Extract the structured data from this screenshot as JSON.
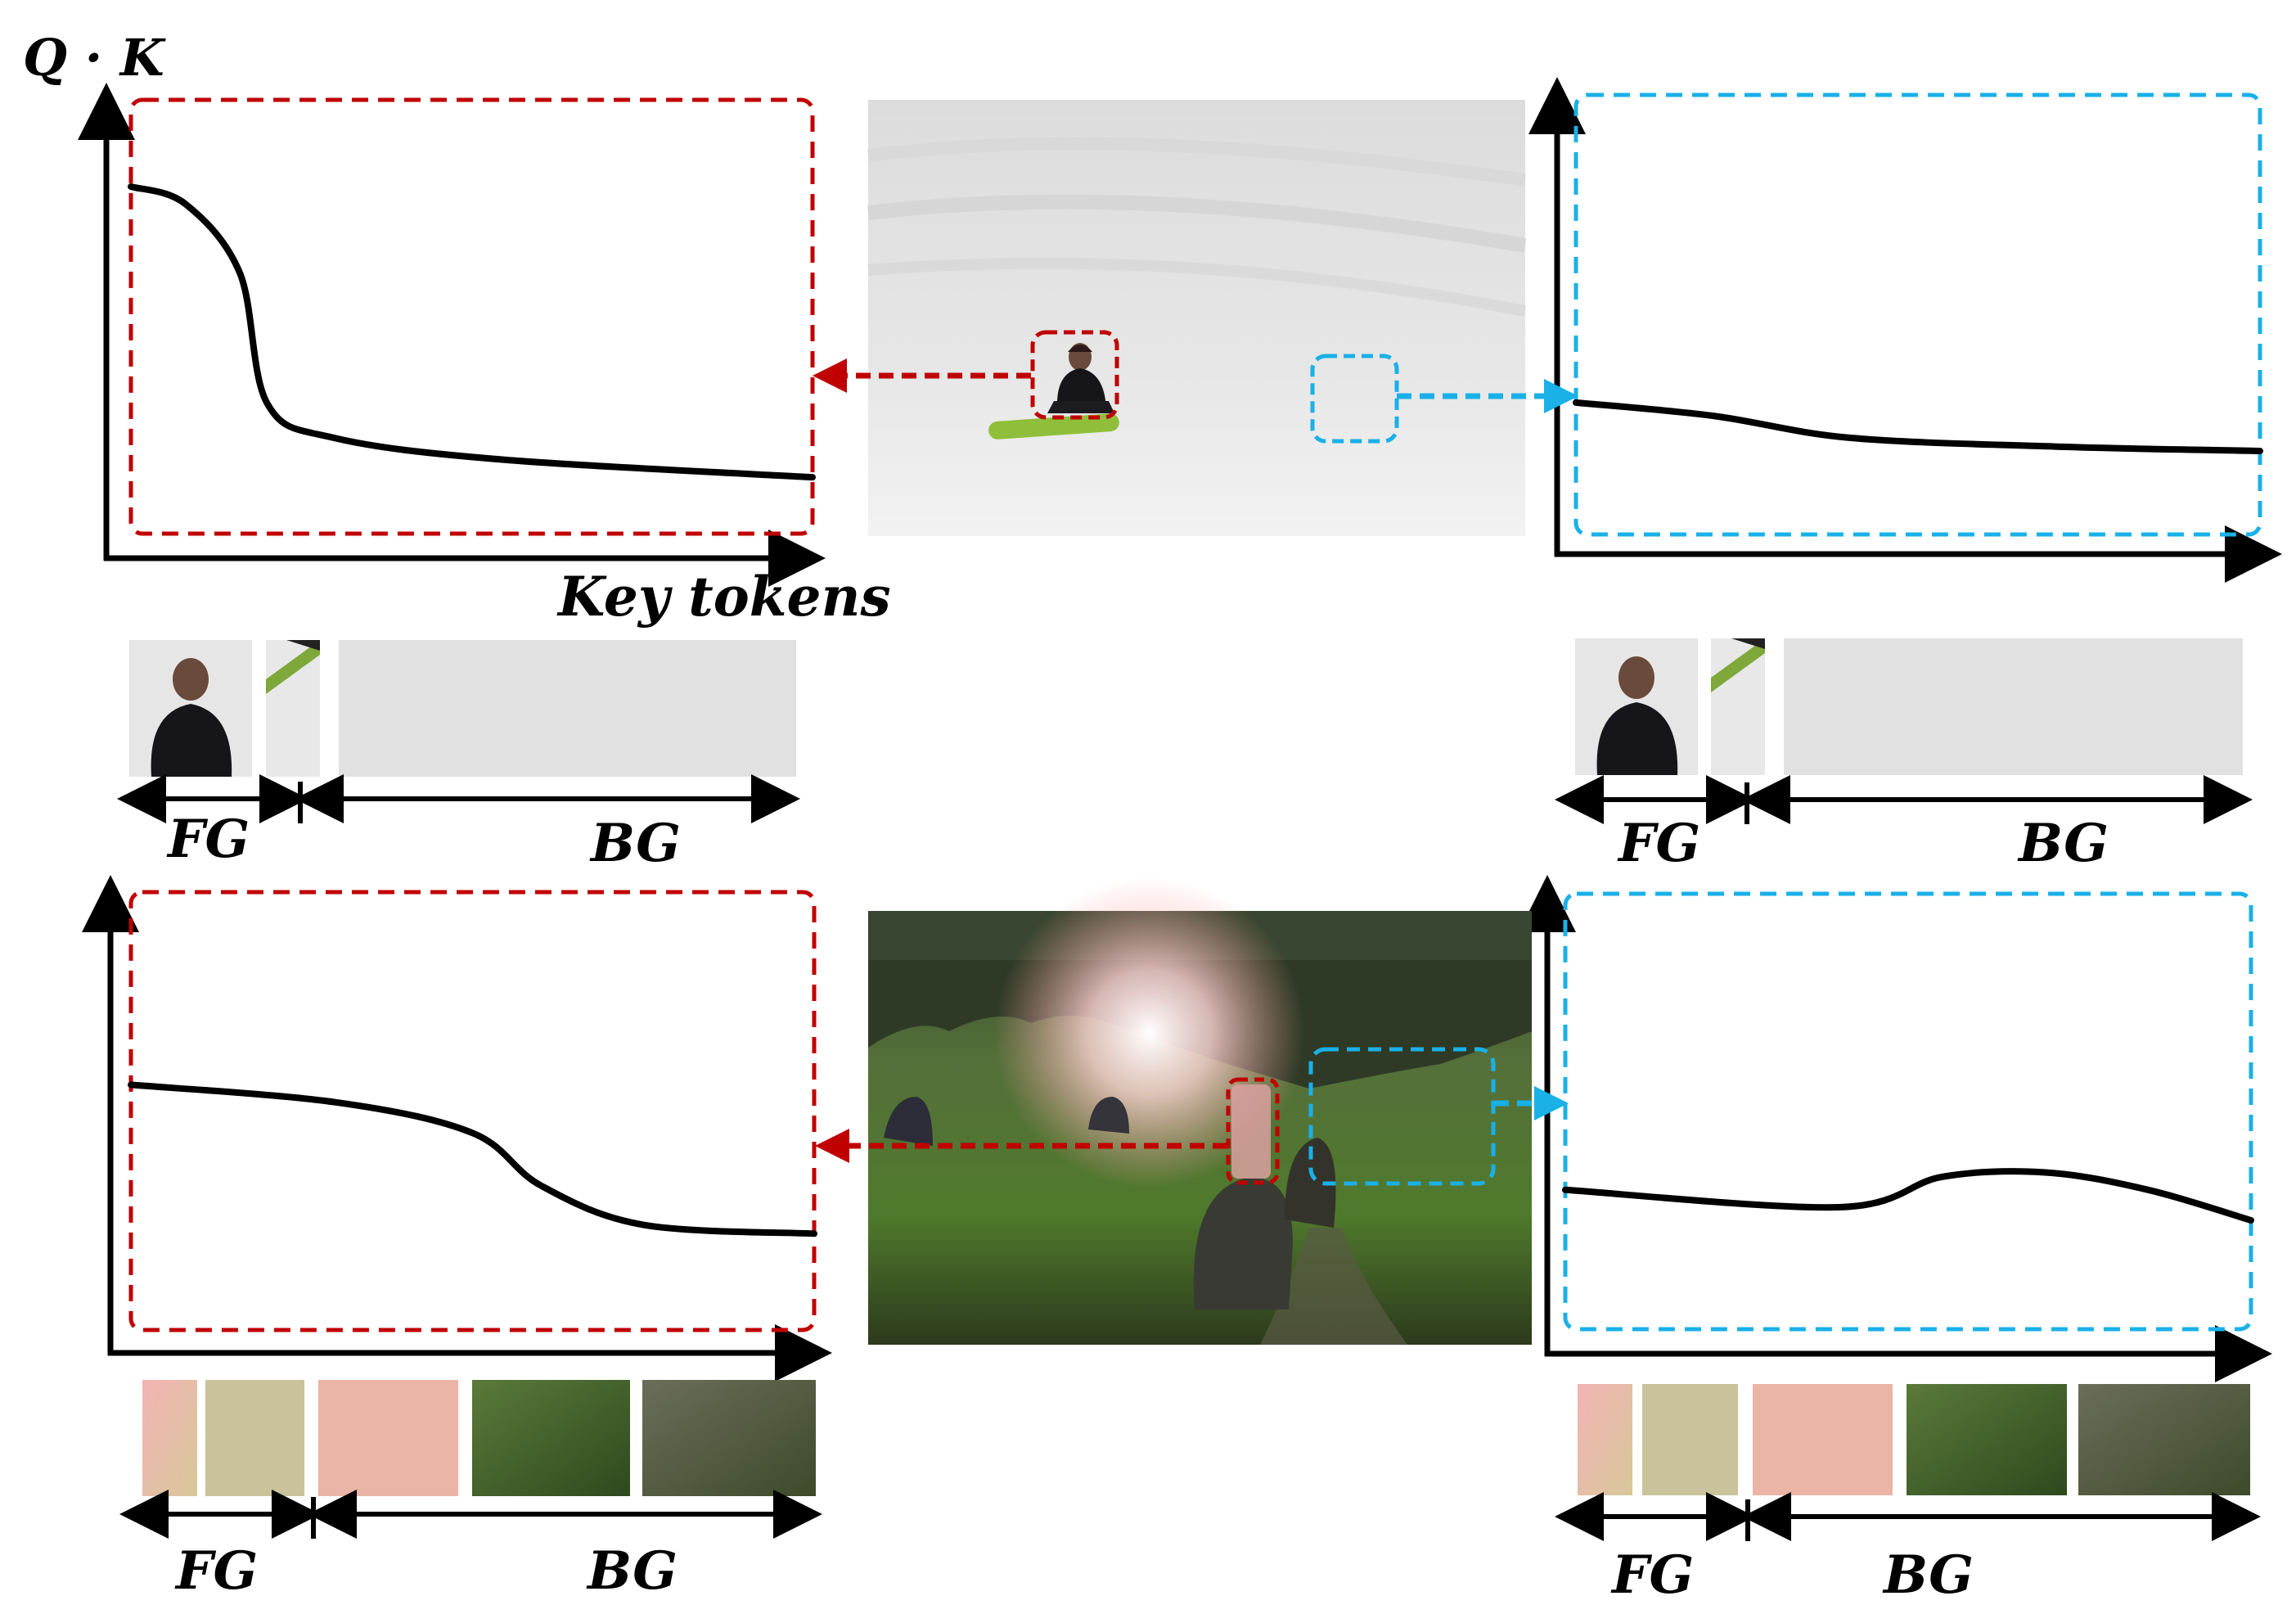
{
  "labels": {
    "y_axis": "Q · K",
    "x_axis": "Key tokens",
    "foreground": "FG",
    "background": "BG"
  },
  "colors": {
    "foreground_query": "#c00000",
    "background_query": "#1ab0e8",
    "curve": "#000000"
  },
  "panels": [
    {
      "id": "snow-fg",
      "query": "foreground",
      "curve": [
        [
          0,
          0.8
        ],
        [
          0.08,
          0.76
        ],
        [
          0.16,
          0.6
        ],
        [
          0.2,
          0.3
        ],
        [
          0.3,
          0.22
        ],
        [
          0.55,
          0.17
        ],
        [
          1,
          0.13
        ]
      ]
    },
    {
      "id": "snow-bg",
      "query": "background",
      "curve": [
        [
          0,
          0.3
        ],
        [
          0.2,
          0.27
        ],
        [
          0.4,
          0.22
        ],
        [
          0.7,
          0.2
        ],
        [
          1,
          0.19
        ]
      ]
    },
    {
      "id": "elephant-fg",
      "query": "foreground",
      "curve": [
        [
          0,
          0.56
        ],
        [
          0.3,
          0.52
        ],
        [
          0.5,
          0.45
        ],
        [
          0.6,
          0.33
        ],
        [
          0.75,
          0.24
        ],
        [
          1,
          0.22
        ]
      ]
    },
    {
      "id": "elephant-bg",
      "query": "background",
      "curve": [
        [
          0,
          0.32
        ],
        [
          0.4,
          0.28
        ],
        [
          0.55,
          0.35
        ],
        [
          0.7,
          0.36
        ],
        [
          0.85,
          0.32
        ],
        [
          1,
          0.25
        ]
      ]
    }
  ],
  "images": {
    "snowboard_scene": "person-on-snowboard-on-snow-slope",
    "elephant_scene": "people-riding-elephants-in-grassland-at-sunset"
  }
}
